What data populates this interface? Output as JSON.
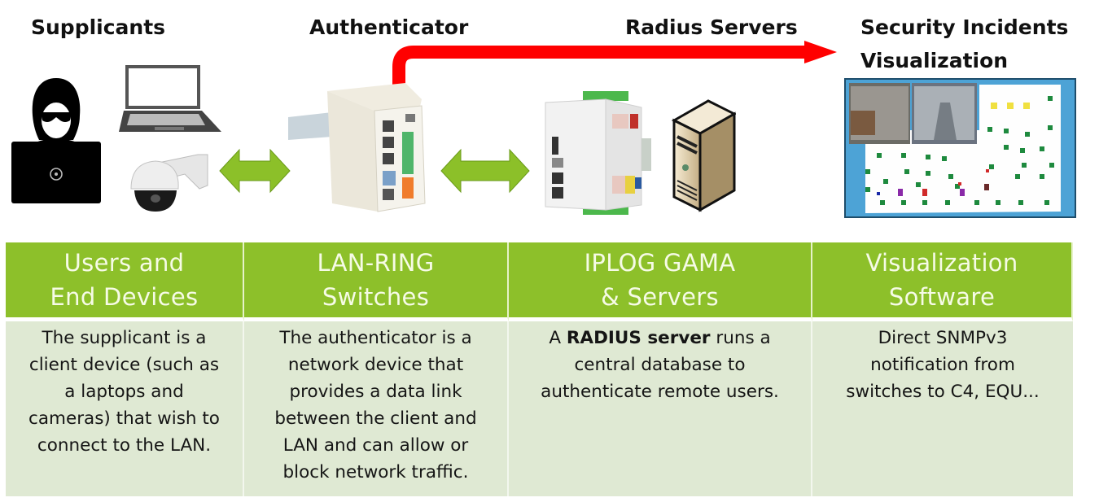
{
  "stages": {
    "supplicants": "Supplicants",
    "authenticator": "Authenticator",
    "radius": "Radius Servers",
    "security_line1": "Security Incidents",
    "security_line2": "Visualization"
  },
  "icons": {
    "hacker": "hacker-at-laptop-icon",
    "laptop": "laptop-icon",
    "camera": "dome-camera-icon",
    "switch": "lan-ring-switch-device",
    "gama": "iplog-gama-device",
    "server": "server-tower-icon",
    "visualization": "floor-plan-visualization-screenshot"
  },
  "colors": {
    "header_green": "#8dc02a",
    "body_green": "#dfe9d3",
    "arrow_green": "#8cc029",
    "arrow_red": "#ff0000"
  },
  "table": {
    "headers": [
      "Users and\nEnd Devices",
      "LAN-RING\nSwitches",
      "IPLOG GAMA\n& Servers",
      "Visualization\nSoftware"
    ],
    "cells": [
      "The supplicant is a\nclient device (such as\na laptops and\ncameras) that wish to\nconnect to the LAN.",
      "The authenticator is a\nnetwork device that\nprovides a data link\nbetween the client and\nLAN and can allow or\nblock network traffic.",
      {
        "prefix": "A ",
        "bold": "RADIUS server",
        "rest": " runs a\ncentral database to\nauthenticate remote users."
      },
      "Direct SNMPv3\nnotification from\nswitches to C4, EQU..."
    ]
  }
}
